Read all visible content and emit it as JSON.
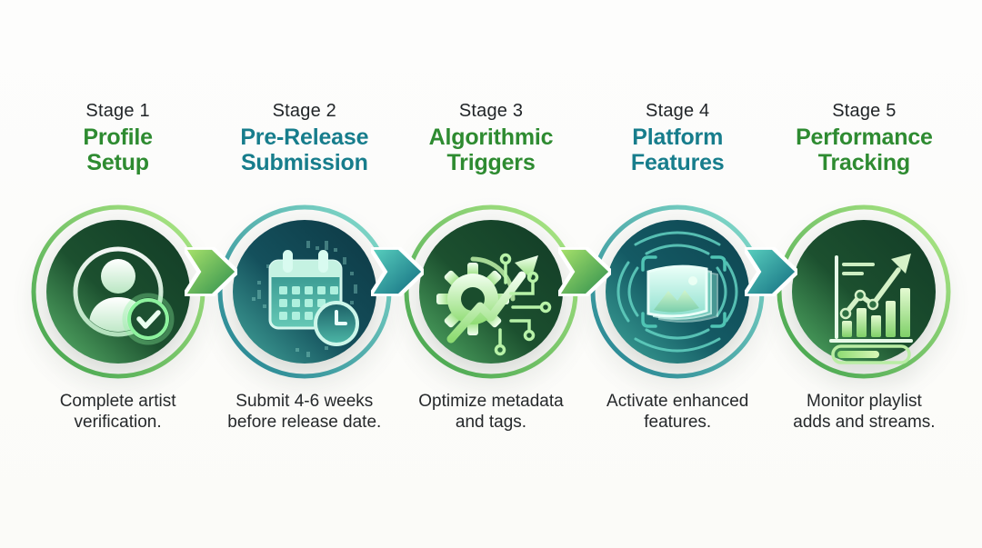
{
  "diagram": {
    "kind": "five-stage-process-timeline",
    "stages": [
      {
        "label": "Stage 1",
        "title_lines": [
          "Profile",
          "Setup"
        ],
        "caption_lines": [
          "Complete artist",
          "verification."
        ],
        "accent": "green",
        "icon": "profile-verification-icon"
      },
      {
        "label": "Stage 2",
        "title_lines": [
          "Pre-Release",
          "Submission"
        ],
        "caption_lines": [
          "Submit 4-6 weeks",
          "before release date."
        ],
        "accent": "teal",
        "icon": "calendar-clock-icon"
      },
      {
        "label": "Stage 3",
        "title_lines": [
          "Algorithmic",
          "Triggers"
        ],
        "caption_lines": [
          "Optimize metadata",
          "and tags."
        ],
        "accent": "green",
        "icon": "gear-growth-icon"
      },
      {
        "label": "Stage 4",
        "title_lines": [
          "Platform",
          "Features"
        ],
        "caption_lines": [
          "Activate enhanced",
          "features."
        ],
        "accent": "teal",
        "icon": "media-canvas-icon"
      },
      {
        "label": "Stage 5",
        "title_lines": [
          "Performance",
          "Tracking"
        ],
        "caption_lines": [
          "Monitor playlist",
          "adds and streams."
        ],
        "accent": "green",
        "icon": "analytics-chart-icon"
      }
    ],
    "arrows": [
      {
        "direction": "right",
        "color_theme": "green"
      },
      {
        "direction": "right",
        "color_theme": "teal"
      },
      {
        "direction": "right",
        "color_theme": "green"
      },
      {
        "direction": "right",
        "color_theme": "teal"
      }
    ],
    "colors": {
      "background": "#fcfcfa",
      "stage_label": "#212528",
      "caption_text": "#26292b",
      "green_title": "#2e8b31",
      "teal_title": "#177d8c",
      "green_ring_light": "#a9e482",
      "green_ring_dark": "#3fa14c",
      "teal_ring_light": "#7fdcc8",
      "teal_ring_dark": "#1f7f8e",
      "green_inner_dark": "#123b26",
      "green_inner_light": "#56b269",
      "teal_inner_dark": "#0d3844",
      "teal_inner_light": "#3da294",
      "arrow_green_light": "#a5e06a",
      "arrow_green_dark": "#2f8f4e",
      "arrow_teal_light": "#57cdbd",
      "arrow_teal_dark": "#136d80"
    }
  }
}
